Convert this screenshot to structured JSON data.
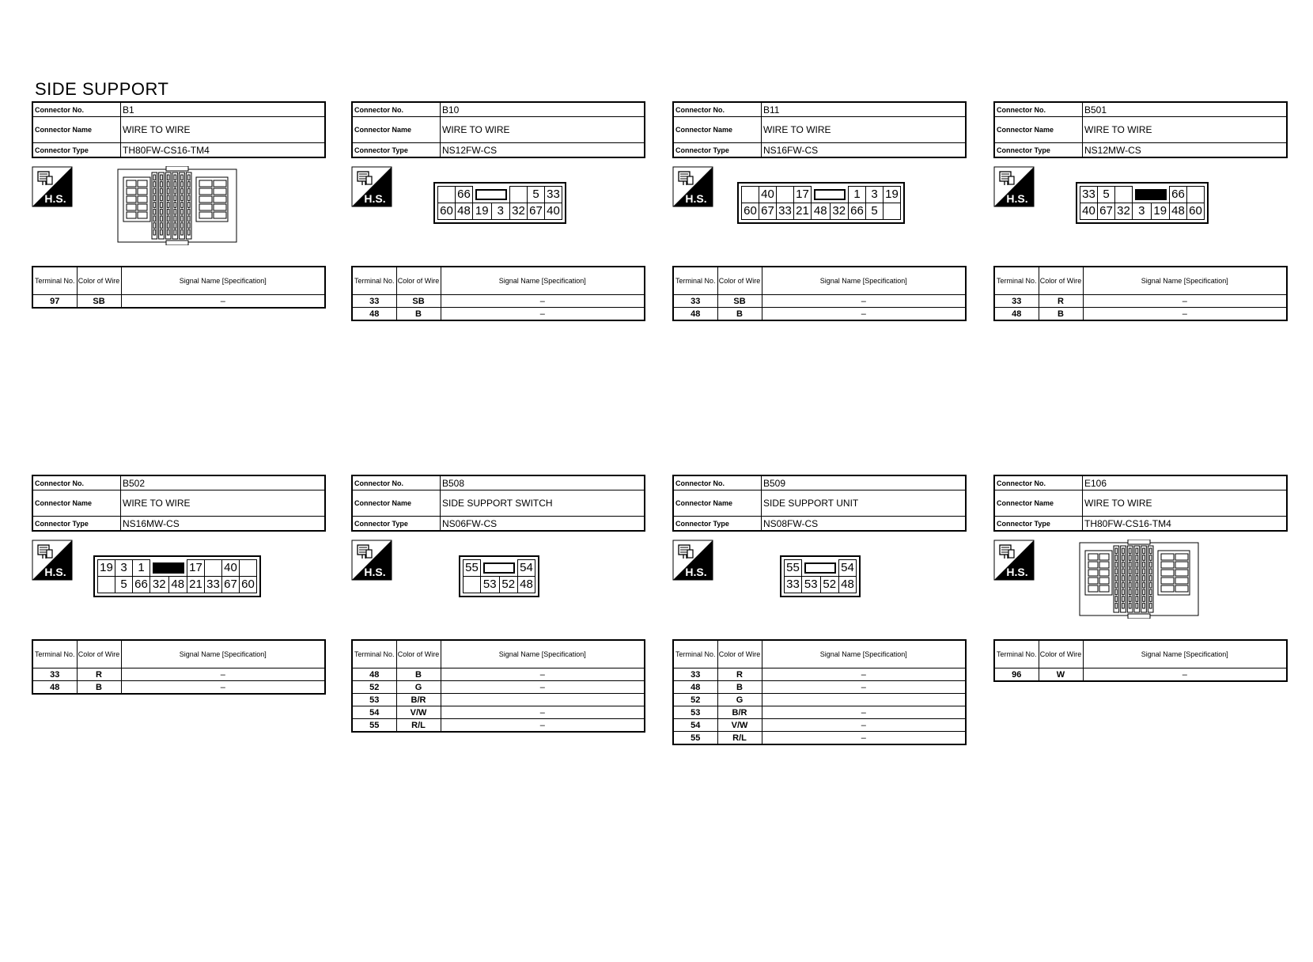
{
  "page_title": "SIDE SUPPORT",
  "labels": {
    "connector_no": "Connector No.",
    "connector_name": "Connector Name",
    "connector_type": "Connector Type",
    "terminal_no": "Terminal No.",
    "color_of_wire": "Color of Wire",
    "signal_name": "Signal Name [Specification]",
    "hs": "H.S."
  },
  "connectors": [
    {
      "no": "B1",
      "name": "WIRE TO WIRE",
      "type": "TH80FW-CS16-TM4",
      "terminals": [
        {
          "t": "97",
          "c": "SB",
          "s": "–"
        }
      ]
    },
    {
      "no": "B10",
      "name": "WIRE TO WIRE",
      "type": "NS12FW-CS",
      "pins": {
        "top": [
          "",
          "66",
          "#",
          "",
          "5",
          "33"
        ],
        "bottom": [
          "60",
          "48",
          "19",
          "3",
          "32",
          "67",
          "40"
        ]
      },
      "terminals": [
        {
          "t": "33",
          "c": "SB",
          "s": "–"
        },
        {
          "t": "48",
          "c": "B",
          "s": "–"
        }
      ]
    },
    {
      "no": "B11",
      "name": "WIRE TO WIRE",
      "type": "NS16FW-CS",
      "pins": {
        "top": [
          "",
          "40",
          "",
          "17",
          "#",
          "1",
          "3",
          "19"
        ],
        "bottom": [
          "60",
          "67",
          "33",
          "21",
          "48",
          "32",
          "66",
          "5",
          ""
        ]
      },
      "terminals": [
        {
          "t": "33",
          "c": "SB",
          "s": "–"
        },
        {
          "t": "48",
          "c": "B",
          "s": "–"
        }
      ]
    },
    {
      "no": "B501",
      "name": "WIRE TO WIRE",
      "type": "NS12MW-CS",
      "pins": {
        "top": [
          "33",
          "5",
          "",
          "#F",
          "66",
          ""
        ],
        "bottom": [
          "40",
          "67",
          "32",
          "3",
          "19",
          "48",
          "60"
        ]
      },
      "terminals": [
        {
          "t": "33",
          "c": "R",
          "s": "–"
        },
        {
          "t": "48",
          "c": "B",
          "s": "–"
        }
      ]
    },
    {
      "no": "B502",
      "name": "WIRE TO WIRE",
      "type": "NS16MW-CS",
      "pins": {
        "top": [
          "19",
          "3",
          "1",
          "#F",
          "17",
          "",
          "40",
          ""
        ],
        "bottom": [
          "",
          "5",
          "66",
          "32",
          "48",
          "21",
          "33",
          "67",
          "60"
        ]
      },
      "terminals": [
        {
          "t": "33",
          "c": "R",
          "s": "–"
        },
        {
          "t": "48",
          "c": "B",
          "s": "–"
        }
      ]
    },
    {
      "no": "B508",
      "name": "SIDE SUPPORT SWITCH",
      "type": "NS06FW-CS",
      "pins": {
        "top": [
          "55",
          "#",
          "54"
        ],
        "bottom": [
          "",
          "53",
          "52",
          "48"
        ]
      },
      "terminals": [
        {
          "t": "48",
          "c": "B",
          "s": "–"
        },
        {
          "t": "52",
          "c": "G",
          "s": "–"
        },
        {
          "t": "53",
          "c": "B/R",
          "s": ""
        },
        {
          "t": "54",
          "c": "V/W",
          "s": "–"
        },
        {
          "t": "55",
          "c": "R/L",
          "s": "–"
        }
      ]
    },
    {
      "no": "B509",
      "name": "SIDE SUPPORT UNIT",
      "type": "NS08FW-CS",
      "pins": {
        "top": [
          "55",
          "#",
          "54"
        ],
        "bottom": [
          "33",
          "53",
          "52",
          "48"
        ]
      },
      "terminals": [
        {
          "t": "33",
          "c": "R",
          "s": "–"
        },
        {
          "t": "48",
          "c": "B",
          "s": "–"
        },
        {
          "t": "52",
          "c": "G",
          "s": ""
        },
        {
          "t": "53",
          "c": "B/R",
          "s": "–"
        },
        {
          "t": "54",
          "c": "V/W",
          "s": "–"
        },
        {
          "t": "55",
          "c": "R/L",
          "s": "–"
        }
      ]
    },
    {
      "no": "E106",
      "name": "WIRE TO WIRE",
      "type": "TH80FW-CS16-TM4",
      "terminals": [
        {
          "t": "96",
          "c": "W",
          "s": "–"
        }
      ]
    }
  ]
}
